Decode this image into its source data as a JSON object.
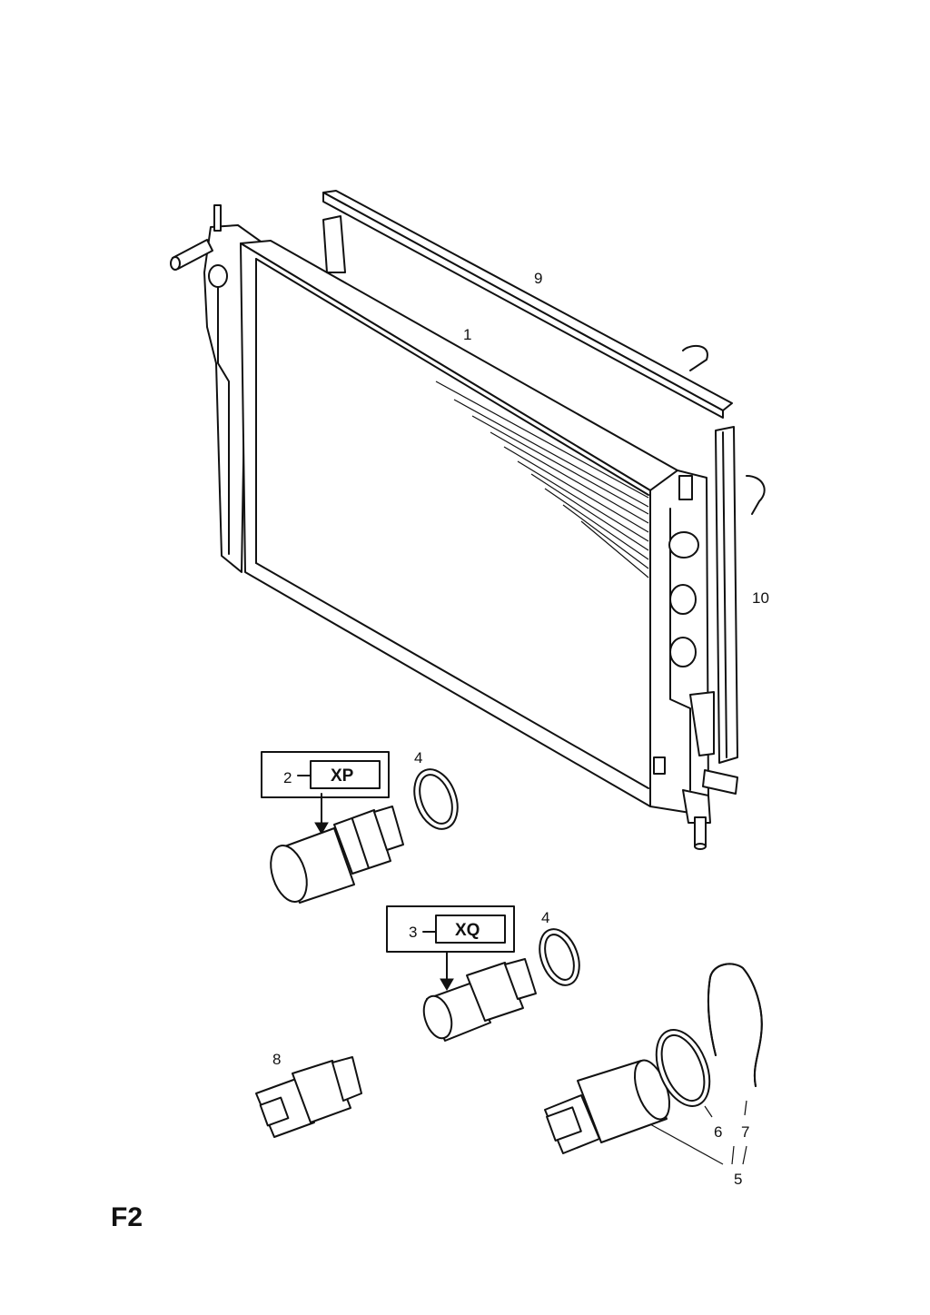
{
  "figure_label": "F2",
  "callouts": {
    "radiator": "1",
    "switch_xp": "2",
    "switch_xq": "3",
    "seal_ring_a": "4",
    "seal_ring_b": "4",
    "sensor_5": "5",
    "ring_6": "6",
    "clip_7": "7",
    "sensor_8": "8",
    "seal_top": "9",
    "seal_side": "10"
  },
  "variant_boxes": {
    "xp": "XP",
    "xq": "XQ"
  }
}
